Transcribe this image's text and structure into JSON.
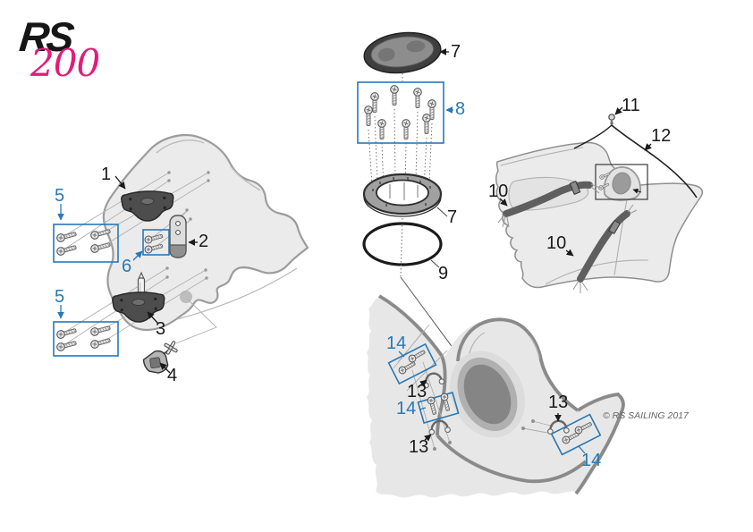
{
  "logo": {
    "brand": "RS",
    "model": "200",
    "brand_color": "#161616",
    "model_color": "#e31c79"
  },
  "copyright": "© RS SAILING 2017",
  "colors": {
    "accent_blue": "#2878b8",
    "label_black": "#1a1a1a",
    "hull_fill": "#ebebeb",
    "hull_stroke": "#9a9a9a",
    "dark_part": "#4d4d4d"
  },
  "labels": {
    "p1": "1",
    "p2": "2",
    "p3": "3",
    "p4": "4",
    "p5": "5",
    "p6": "6",
    "p7": "7",
    "p8": "8",
    "p9": "9",
    "p10": "10",
    "p11": "11",
    "p12": "12",
    "p13": "13",
    "p14": "14"
  }
}
